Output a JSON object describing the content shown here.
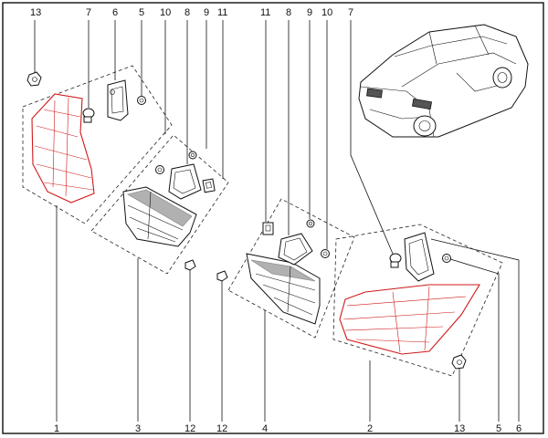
{
  "callouts_top": [
    "13",
    "7",
    "6",
    "5",
    "10",
    "8",
    "9",
    "11",
    "11",
    "8",
    "9",
    "10",
    "7"
  ],
  "callouts_bottom": [
    "1",
    "3",
    "12",
    "12",
    "4",
    "2",
    "13",
    "5",
    "6"
  ],
  "colors": {
    "lamp": "#d01818",
    "ink": "#111111"
  }
}
